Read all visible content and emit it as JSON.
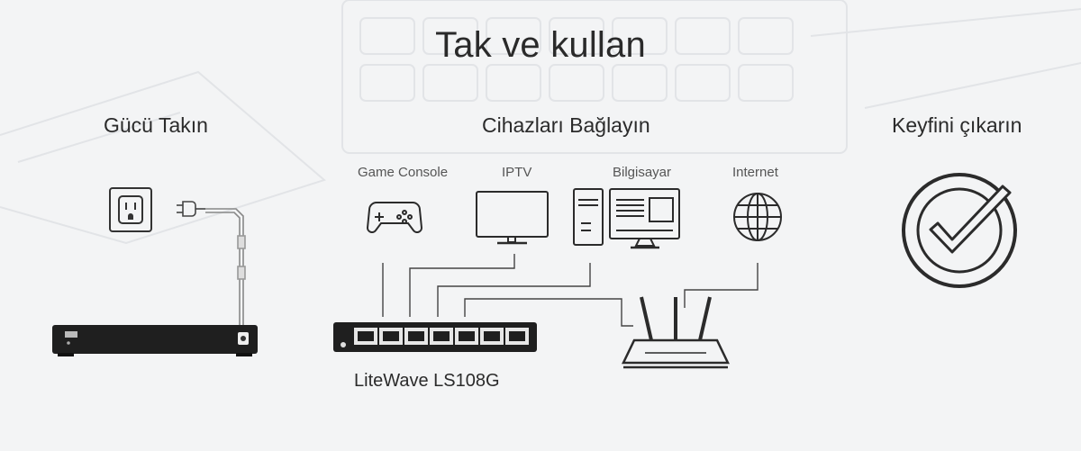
{
  "title": "Tak ve kullan",
  "steps": {
    "power": "Gücü Takın",
    "connect": "Cihazları Bağlayın",
    "enjoy": "Keyfini çıkarın"
  },
  "devices": {
    "console": "Game Console",
    "tv": "IPTV",
    "computer": "Bilgisayar",
    "internet": "Internet"
  },
  "switch_model": "LiteWave LS108G",
  "icons": [
    "power-outlet-icon",
    "power-plug-icon",
    "game-controller-icon",
    "tv-icon",
    "computer-icon",
    "globe-icon",
    "checkmark-icon",
    "router-icon",
    "switch-icon"
  ],
  "colors": {
    "line": "#3a3a3a",
    "device": "#2b2b2b",
    "background": "#f3f4f5"
  }
}
